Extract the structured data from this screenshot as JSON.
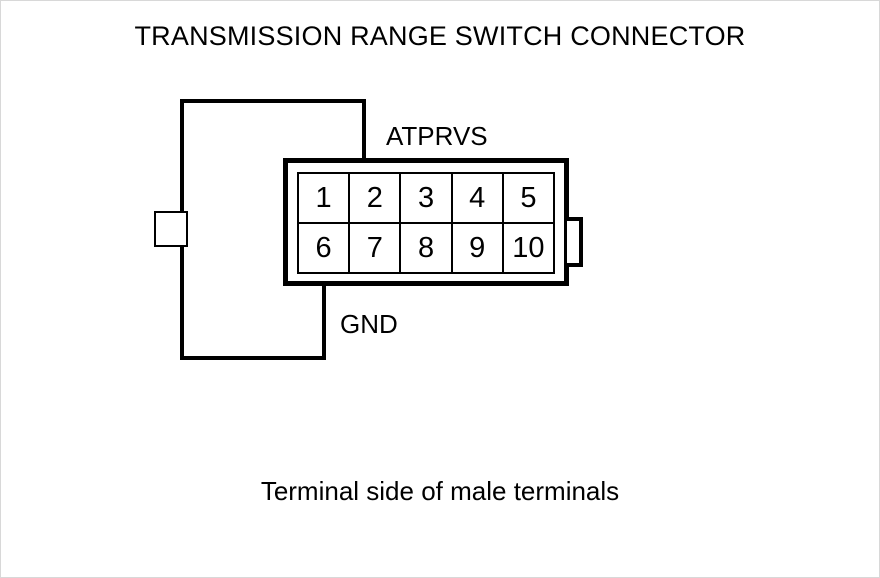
{
  "diagram": {
    "title": "TRANSMISSION RANGE SWITCH CONNECTOR",
    "caption": "Terminal side of male terminals",
    "line_color": "#000000",
    "background_color": "#ffffff"
  },
  "labels": {
    "signal": "ATPRVS",
    "ground": "GND"
  },
  "connector": {
    "rows": [
      {
        "pins": [
          "1",
          "2",
          "3",
          "4",
          "5"
        ]
      },
      {
        "pins": [
          "6",
          "7",
          "8",
          "9",
          "10"
        ]
      }
    ]
  }
}
